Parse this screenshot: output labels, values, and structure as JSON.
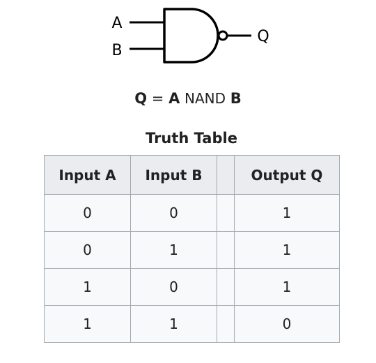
{
  "gate": {
    "input_a_label": "A",
    "input_b_label": "B",
    "output_label": "Q"
  },
  "formula": {
    "left": "Q",
    "equals": "=",
    "a": "A",
    "op": "NAND",
    "b": "B"
  },
  "table": {
    "caption": "Truth Table",
    "headers": [
      "Input A",
      "Input B",
      "",
      "Output Q"
    ],
    "rows": [
      [
        "0",
        "0",
        "",
        "1"
      ],
      [
        "0",
        "1",
        "",
        "1"
      ],
      [
        "1",
        "0",
        "",
        "1"
      ],
      [
        "1",
        "1",
        "",
        "0"
      ]
    ]
  },
  "colors": {
    "header_bg": "#eaecf0",
    "cell_bg": "#f8f9fa",
    "border": "#a2a9b1",
    "text": "#202122",
    "gate_stroke": "#000000"
  }
}
